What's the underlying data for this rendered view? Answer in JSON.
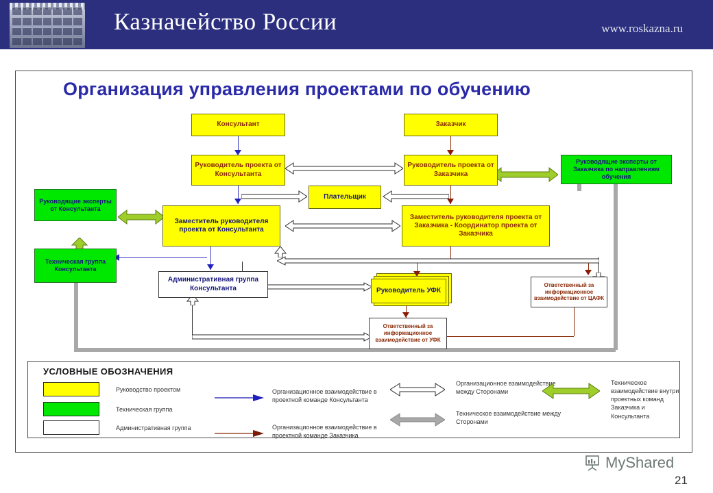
{
  "header": {
    "title": "Казначейство России",
    "url": "www.roskazna.ru",
    "building_icon": "treasury-building-photo"
  },
  "slide": {
    "title": "Организация управления проектами по обучению",
    "page_number": "21"
  },
  "watermark": {
    "label": "MyShared",
    "icon": "presentation-easel-icon"
  },
  "nodes": {
    "consultant": "Консультант",
    "customer": "Заказчик",
    "consultant_pm": "Руководитель проекта от Консультанта",
    "customer_pm": "Руководитель проекта от Заказчика",
    "customer_lead_experts": "Руководящие эксперты от Заказчика по направлениям обучения",
    "consultant_lead_experts": "Руководящие эксперты от Консультанта",
    "payer": "Плательщик",
    "consultant_deputy_pm": "Заместитель руководителя проекта от Консультанта",
    "customer_deputy_pm": "Заместитель руководителя проекта от Заказчика - Координатор проекта от Заказчика",
    "consultant_tech_group": "Техническая группа Консультанта",
    "consultant_admin_group": "Административная группа Консультанта",
    "ufk_head": "Руководитель УФК",
    "ufk_info_officer": "Ответственный за информационное взаимодействие от УФК",
    "cafk_info_officer": "Ответственный за информационное взаимодействие от ЦАФК"
  },
  "legend": {
    "title": "УСЛОВНЫЕ ОБОЗНАЧЕНИЯ",
    "swatches": [
      {
        "color": "#ffff00",
        "label": "Руководство проектом"
      },
      {
        "color": "#00e800",
        "label": "Техническая группа"
      },
      {
        "color": "#ffffff",
        "label": "Административная группа"
      }
    ],
    "arrows": [
      {
        "style": "thin-blue-arrow",
        "label": "Организационное взаимодействие в проектной команде Консультанта"
      },
      {
        "style": "thin-darkred-arrow",
        "label": "Организационное взаимодействие в проектной команде Заказчика"
      },
      {
        "style": "hollow-double-arrow",
        "label": "Организационное взаимодействие между Сторонами"
      },
      {
        "style": "gray-double-arrow",
        "label": "Техническое взаимодействие между Сторонами"
      },
      {
        "style": "green-double-arrow",
        "label": "Техническое взаимодействие внутри проектных команд Заказчика и Консультанта"
      }
    ]
  },
  "colors": {
    "header_bg": "#2b2f7e",
    "title": "#2a2aa8",
    "management": "#ffff00",
    "technical": "#00e800",
    "administrative": "#ffffff",
    "consultant_arrow": "#3b3bbf",
    "customer_arrow": "#8a2b07",
    "green_arrow": "#8ac218",
    "gray_arrow": "#a8a8a8"
  }
}
